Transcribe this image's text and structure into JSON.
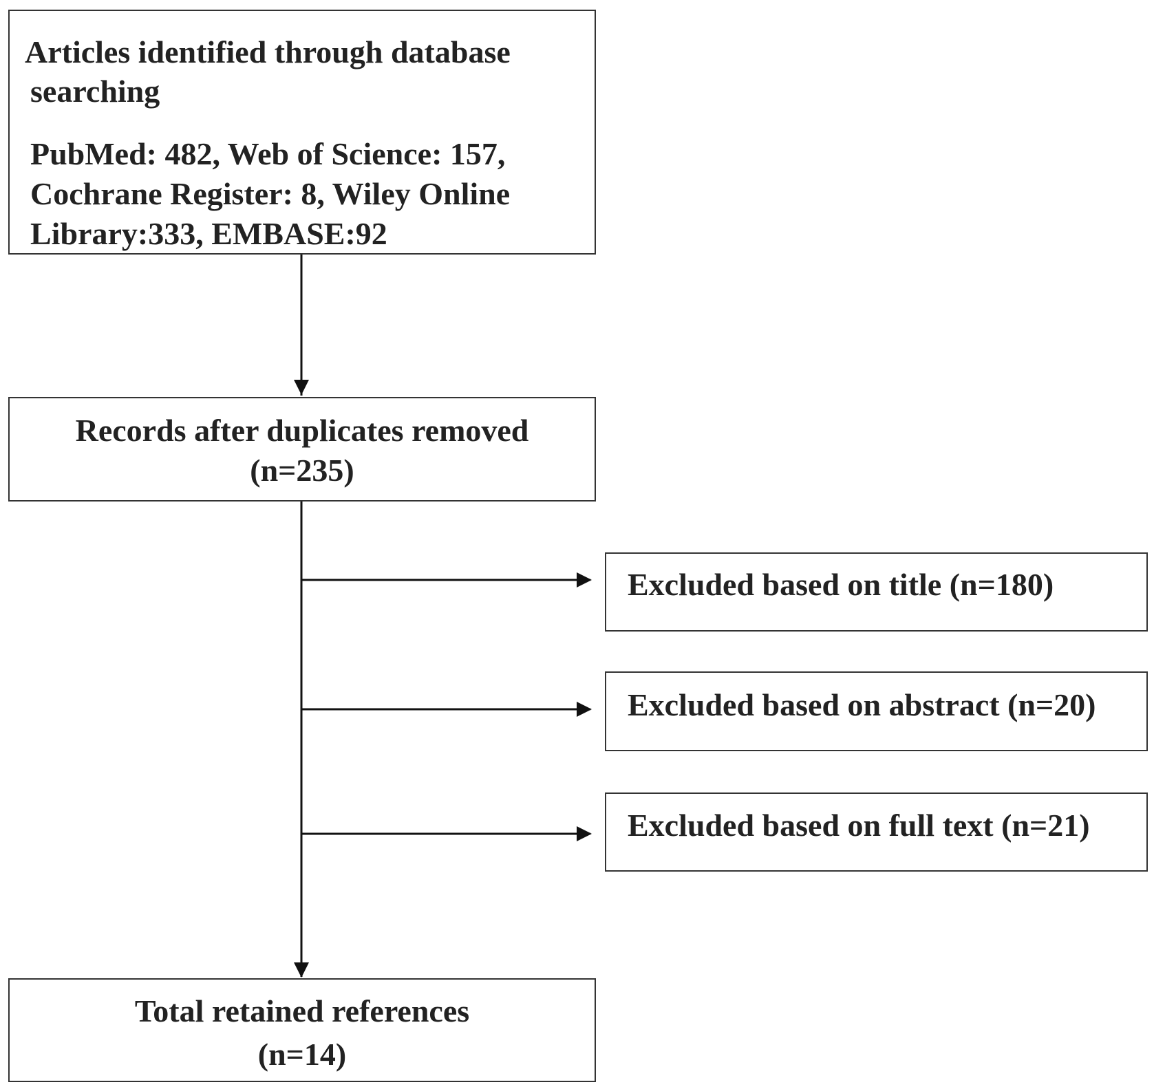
{
  "identification": {
    "title_line1": "Articles identified through database",
    "title_line2": "searching",
    "sources_line1": "PubMed: 482, Web of Science: 157,",
    "sources_line2": "Cochrane Register: 8, Wiley Online",
    "sources_line3": "Library:333, EMBASE:92"
  },
  "deduplicated": {
    "label": "Records after duplicates removed",
    "count": "(n=235)"
  },
  "exclusions": [
    {
      "label": "Excluded based on title (n=180)"
    },
    {
      "label": "Excluded based on abstract (n=20)"
    },
    {
      "label": "Excluded based on full text  (n=21)"
    }
  ],
  "retained": {
    "label": "Total retained references",
    "count": "(n=14)"
  }
}
